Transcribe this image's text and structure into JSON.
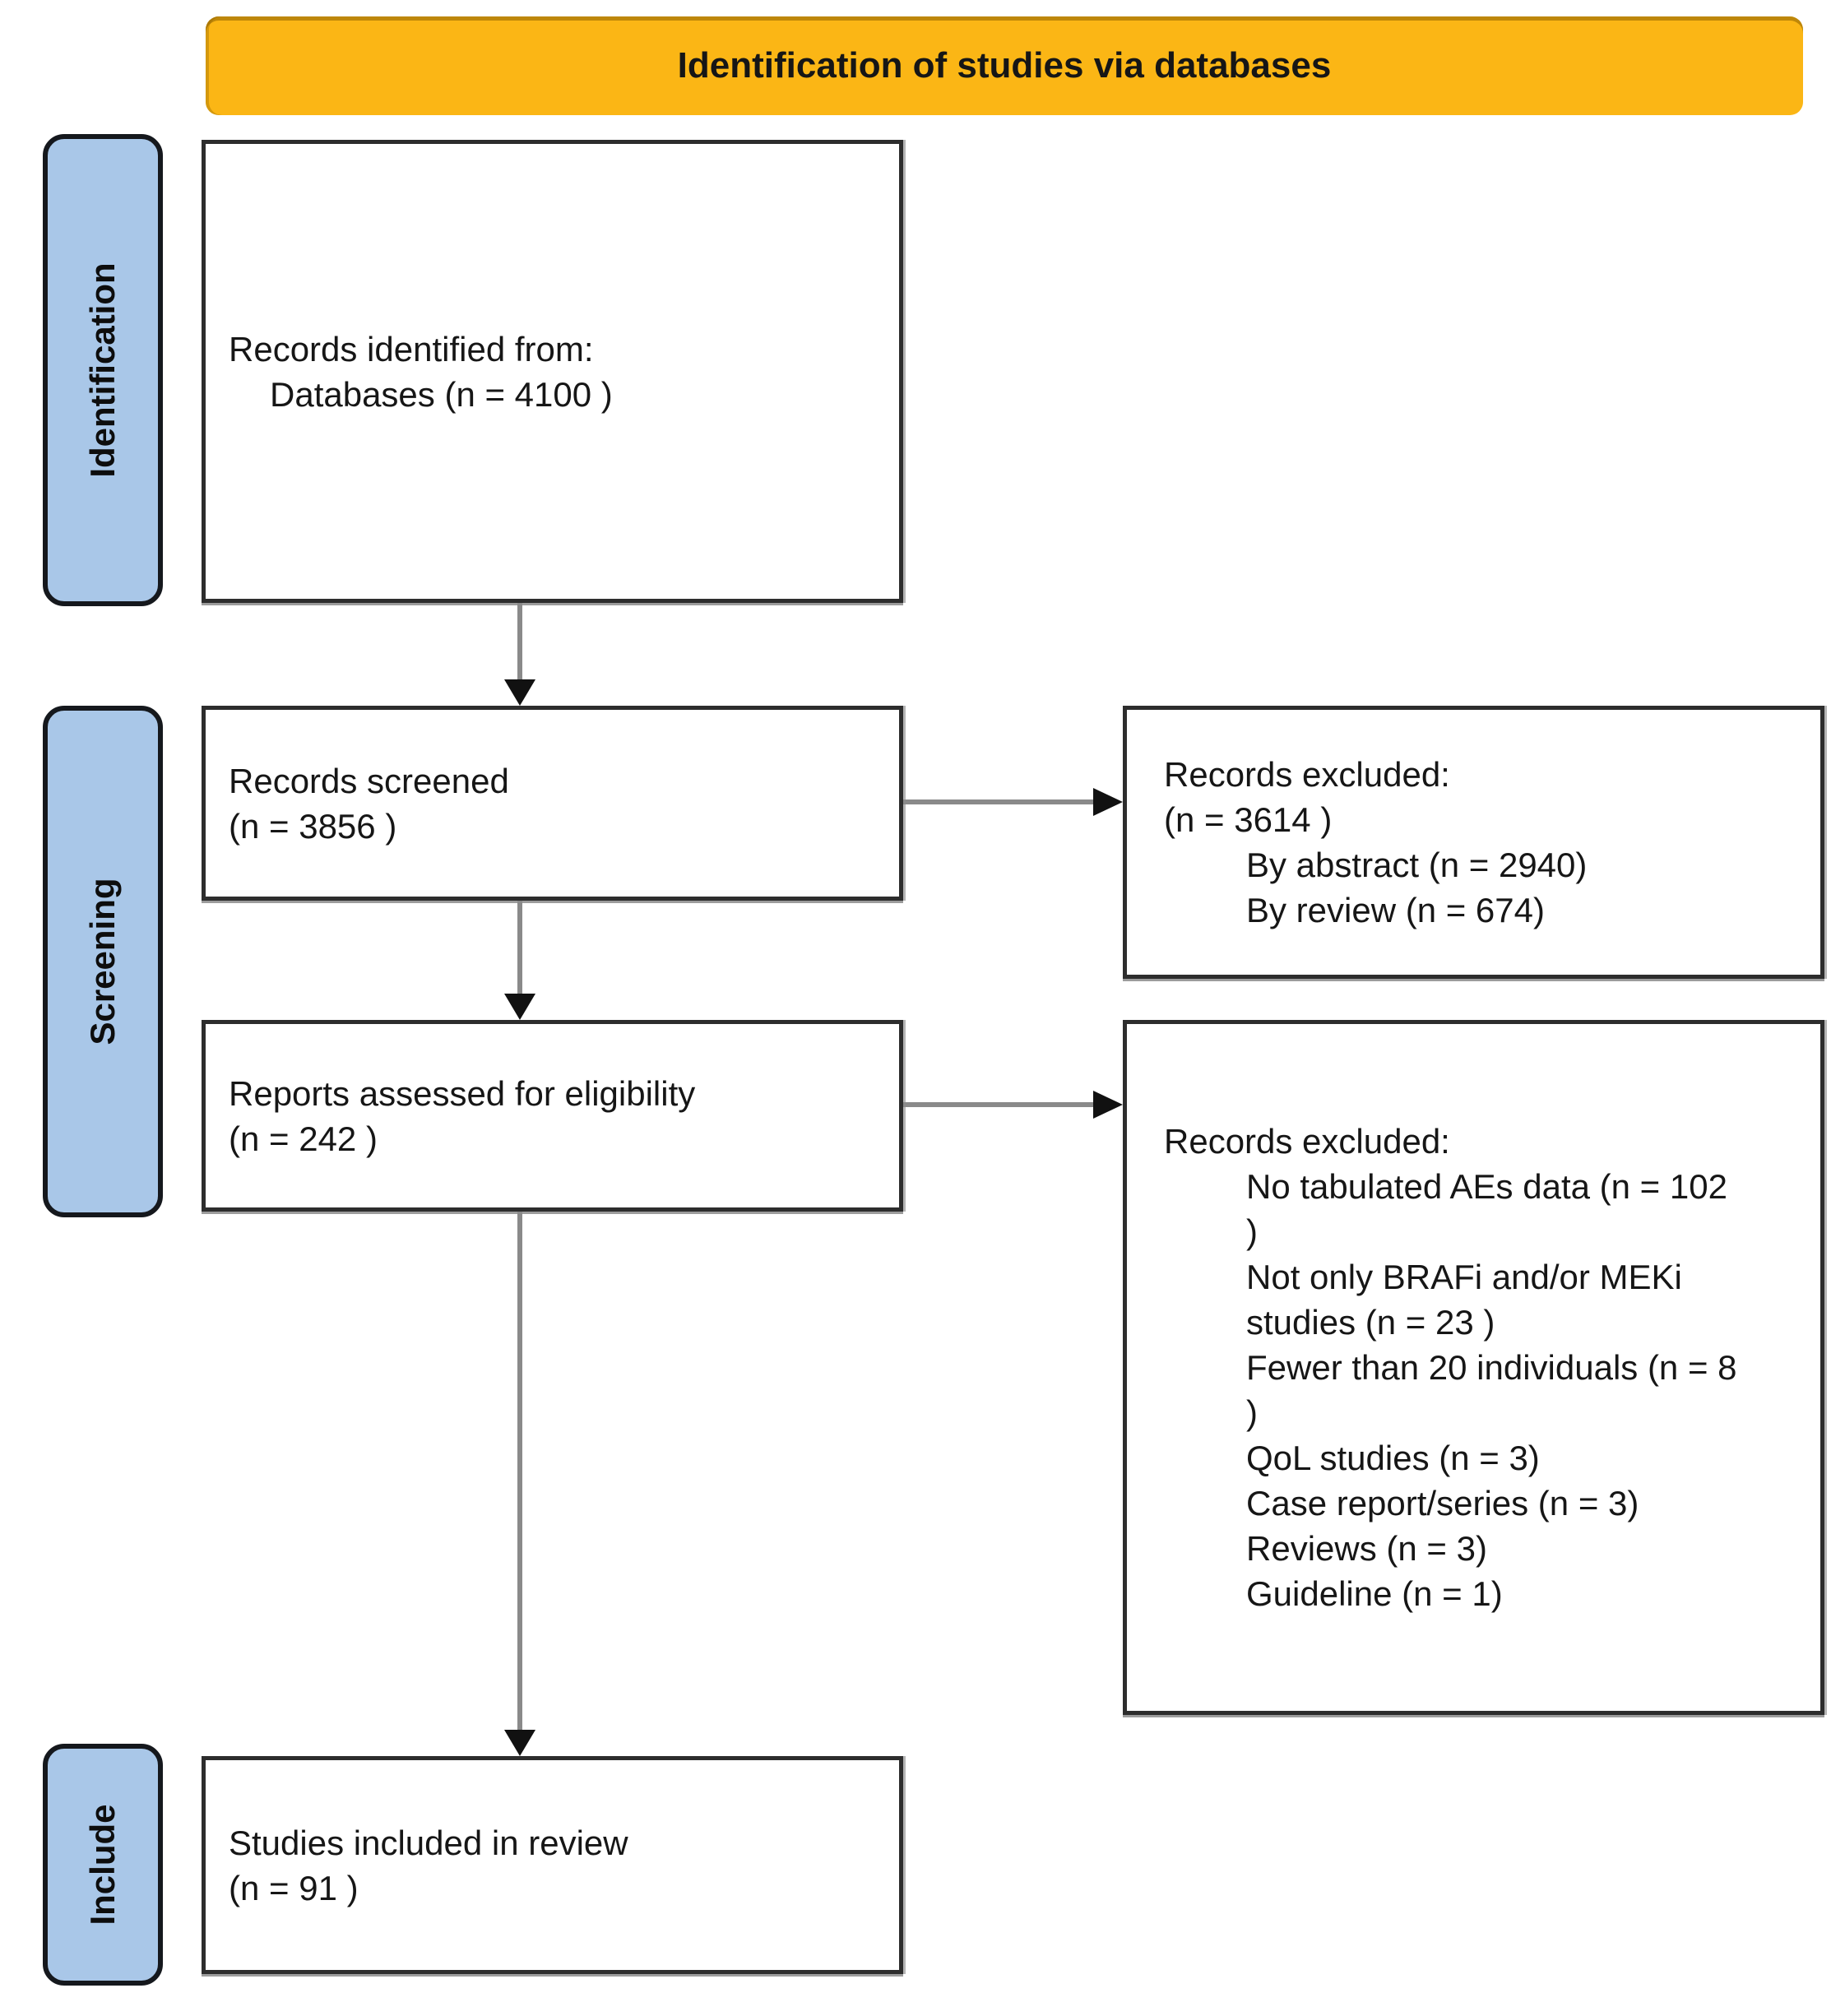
{
  "title": "Identification of studies via databases",
  "colors": {
    "title_bg": "#FBB615",
    "sidebar_bg": "#A9C7E8",
    "border": "#2D2D2D",
    "arrow_shaft": "#8A8A8A",
    "arrowhead": "#111111"
  },
  "sidebar": {
    "identification_label": "Identification",
    "screening_label": "Screening",
    "include_label": "Include"
  },
  "boxes": {
    "records_identified": {
      "line1": "Records identified from:",
      "line2": "Databases (n = 4100 )"
    },
    "records_screened": {
      "line1": "Records screened",
      "line2": "(n = 3856 )"
    },
    "excluded_screening": {
      "title": "Records excluded:",
      "count": "(n = 3614 )",
      "items": [
        "By abstract (n = 2940)",
        "By review (n = 674)"
      ]
    },
    "reports_assessed": {
      "line1": "Reports assessed for eligibility",
      "line2": "(n = 242 )"
    },
    "excluded_eligibility": {
      "title": "Records excluded:",
      "items": [
        "No tabulated AEs data (n = 102 )",
        "Not only BRAFi and/or MEKi studies (n = 23 )",
        "Fewer than 20 individuals (n = 8 )",
        "QoL studies (n = 3)",
        "Case report/series (n = 3)",
        "Reviews (n = 3)",
        "Guideline (n = 1)"
      ]
    },
    "studies_included": {
      "line1": "Studies included in review",
      "line2": "(n = 91 )"
    }
  }
}
